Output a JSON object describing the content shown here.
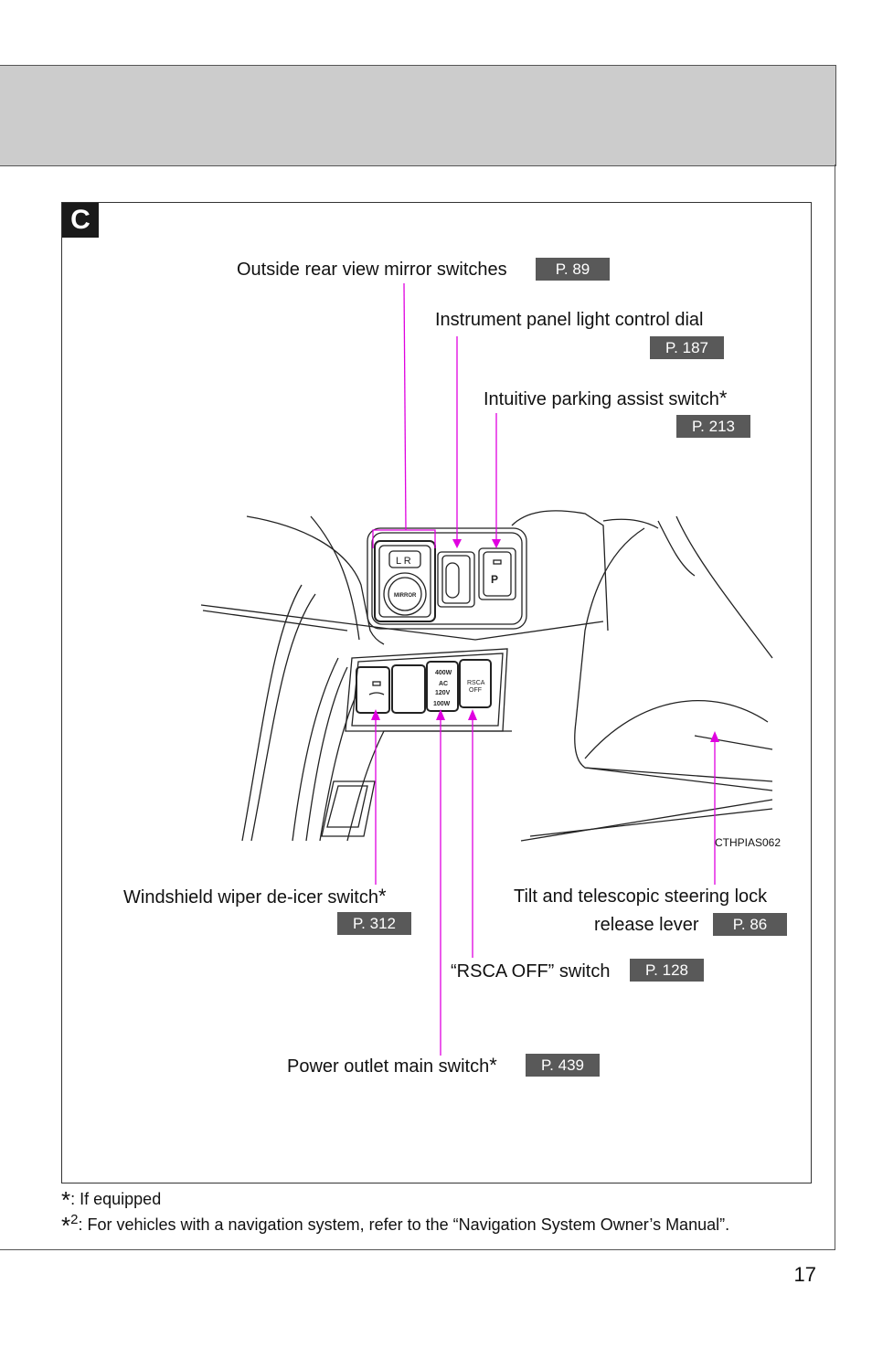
{
  "page_number": "17",
  "section_badge": "C",
  "image_code": "CTHPIAS062",
  "labels": {
    "mirror": {
      "text": "Outside rear view mirror switches",
      "ref": "P. 89"
    },
    "instrument": {
      "text": "Instrument panel light control dial",
      "ref": "P. 187"
    },
    "parking": {
      "text": "Intuitive parking assist switch",
      "star": "*",
      "ref": "P. 213"
    },
    "wiper": {
      "text": "Windshield wiper de-icer switch",
      "star": "*",
      "ref": "P. 312"
    },
    "tilt_line1": "Tilt and telescopic steering lock",
    "tilt_line2": "release lever",
    "tilt_ref": "P. 86",
    "rsca": {
      "text": "“RSCA OFF” switch",
      "ref": "P. 128"
    },
    "power": {
      "text": "Power outlet main switch",
      "star": "*",
      "ref": "P. 439"
    }
  },
  "switch_text": {
    "mirror_lr": "L  R",
    "mirror_knob": "MIRROR",
    "park_symbol": "P",
    "outlet_line1": "400W",
    "outlet_line2": "AC",
    "outlet_line3": "120V",
    "outlet_line4": "100W",
    "rsca_line1": "RSCA",
    "rsca_line2": "OFF"
  },
  "footnotes": [
    {
      "mark": "*",
      "text": ": If equipped"
    },
    {
      "mark": "*",
      "sup": "2",
      "text": ": For vehicles with a navigation system, refer to the “Navigation System Owner’s Manual”."
    }
  ],
  "colors": {
    "header_band": "#cccccc",
    "ref_box": "#595959",
    "leader_line": "#e000e0"
  }
}
